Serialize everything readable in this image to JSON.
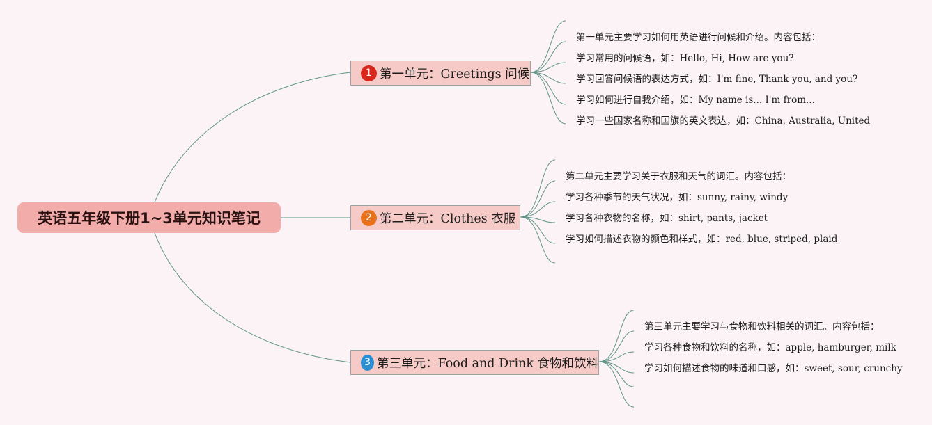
{
  "colors": {
    "background": "#fbf3f5",
    "root_fill": "#f2acaa",
    "unit_fill": "#f6cbc7",
    "connector": "#5f9488",
    "badge_1": "#d8261c",
    "badge_2": "#e8711b",
    "badge_3": "#2a8fd3"
  },
  "root": {
    "title": "英语五年级下册1~3单元知识笔记"
  },
  "units": [
    {
      "badge": "1",
      "title": "第一单元：Greetings 问候",
      "notes": [
        "第一单元主要学习如何用英语进行问候和介绍。内容包括：",
        "学习常用的问候语，如：Hello, Hi, How are you?",
        "学习回答问候语的表达方式，如：I'm fine, Thank you, and you?",
        "学习如何进行自我介绍，如：My name is... I'm from...",
        "学习一些国家名称和国旗的英文表达，如：China, Australia, United"
      ]
    },
    {
      "badge": "2",
      "title": "第二单元：Clothes 衣服",
      "notes": [
        "第二单元主要学习关于衣服和天气的词汇。内容包括：",
        "学习各种季节的天气状况，如：sunny, rainy, windy",
        "学习各种衣物的名称，如：shirt, pants, jacket",
        "学习如何描述衣物的颜色和样式，如：red, blue, striped, plaid"
      ]
    },
    {
      "badge": "3",
      "title": "第三单元：Food and Drink 食物和饮料",
      "notes": [
        "第三单元主要学习与食物和饮料相关的词汇。内容包括：",
        "学习各种食物和饮料的名称，如：apple, hamburger, milk",
        "学习如何描述食物的味道和口感，如：sweet, sour, crunchy"
      ]
    }
  ]
}
